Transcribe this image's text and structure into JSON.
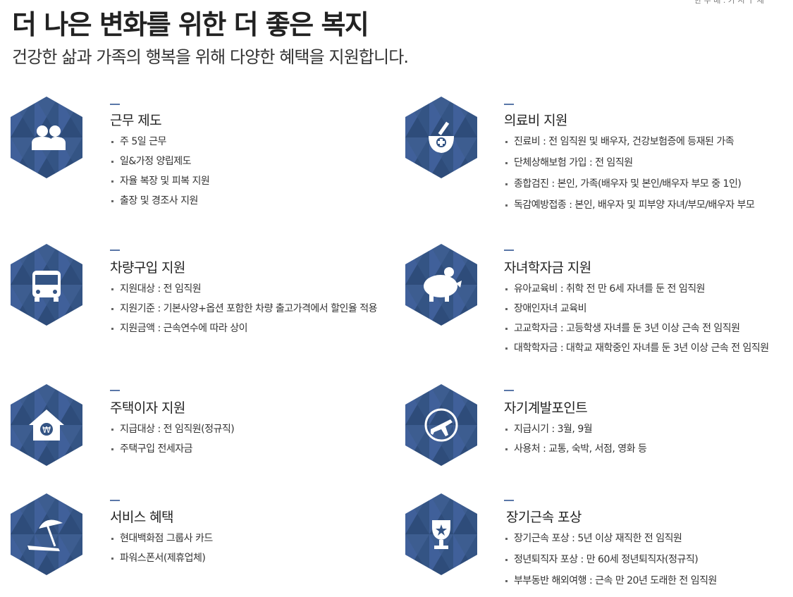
{
  "page": {
    "title": "더 나은 변화를 위한 더 좋은 복지",
    "subtitle": "건강한 삶과 가족의 행복을 위해 다양한 혜택을 지원합니다.",
    "corner_text": "한 누 배 . 가 시 ㅣ 제"
  },
  "colors": {
    "hex_dark": "#2c4a7c",
    "hex_light": "#4d6da3",
    "accent_dash": "#5a77a8"
  },
  "benefits": [
    {
      "icon": "people-icon",
      "title": "근무 제도",
      "items": [
        "주 5일 근무",
        "일&가정 양립제도",
        "자율 복장 및 피복 지원",
        "출장 및 경조사 지원"
      ]
    },
    {
      "icon": "medicine-bowl-icon",
      "title": "의료비 지원",
      "items": [
        "진료비 : 전 임직원 및 배우자, 건강보험증에 등재된 가족",
        "단체상해보험 가입 : 전 임직원",
        "종합검진 : 본인, 가족(배우자 및 본인/배우자 부모 중 1인)",
        "독감예방접종 : 본인, 배우자 및 피부양 자녀/부모/배우자 부모"
      ]
    },
    {
      "icon": "bus-icon",
      "title": "차량구입 지원",
      "items": [
        "지원대상 : 전 임직원",
        "지원기준 : 기본사양+옵션 포함한 차량 출고가격에서 할인율 적용",
        "지원금액 : 근속연수에 따라 상이"
      ]
    },
    {
      "icon": "piggy-bank-icon",
      "title": "자녀학자금 지원",
      "items": [
        "유아교육비 : 취학 전 만 6세 자녀를 둔 전 임직원",
        "장애인자녀 교육비",
        "고교학자금 : 고등학생 자녀를 둔 3년 이상 근속 전 임직원",
        "대학학자금 : 대학교 재학중인 자녀를 둔 3년 이상 근속 전 임직원"
      ]
    },
    {
      "icon": "house-won-icon",
      "title": "주택이자 지원",
      "items": [
        "지급대상 : 전 임직원(정규직)",
        "주택구입 전세자금"
      ]
    },
    {
      "icon": "globe-plane-icon",
      "title": "자기계발포인트",
      "items": [
        "지급시기 : 3월, 9월",
        "사용처 : 교통, 숙박, 서점, 영화 등"
      ]
    },
    {
      "icon": "beach-umbrella-icon",
      "title": "서비스 혜택",
      "items": [
        "현대백화점 그룹사 카드",
        "파워스폰서(제휴업체)"
      ]
    },
    {
      "icon": "trophy-icon",
      "title": "장기근속 포상",
      "items": [
        "장기근속 포상 : 5년 이상 재직한 전 임직원",
        "정년퇴직자 포상 : 만 60세 정년퇴직자(정규직)",
        "부부동반 해외여행 : 근속 만 20년 도래한 전 임직원"
      ]
    }
  ]
}
